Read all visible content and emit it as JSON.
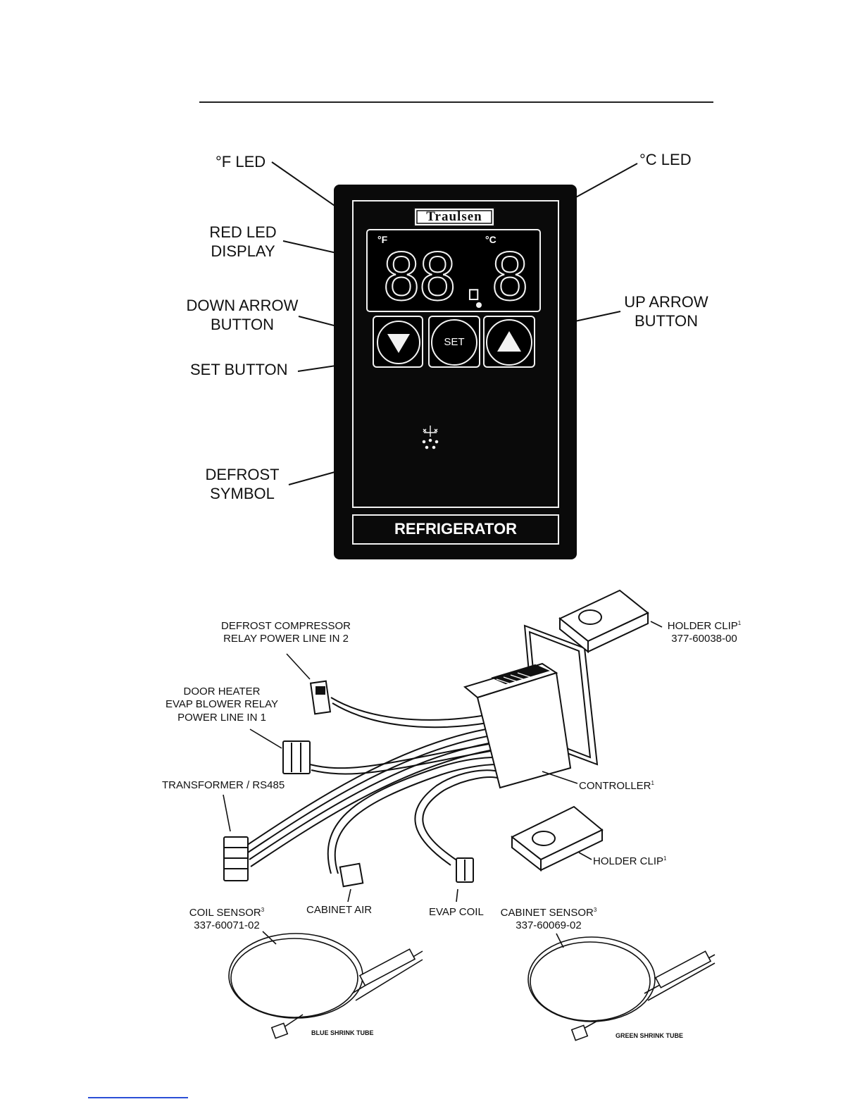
{
  "panel": {
    "brand": "Traulsen",
    "f_indicator": "°F",
    "c_indicator": "°C",
    "display_value": "88.8",
    "set_button_label": "SET",
    "footer_label": "REFRIGERATOR"
  },
  "callouts": {
    "f_led": "°F LED",
    "c_led": "°C LED",
    "red_led_display": [
      "RED LED",
      "DISPLAY"
    ],
    "down_arrow_button": [
      "DOWN ARROW",
      "BUTTON"
    ],
    "up_arrow_button": [
      "UP ARROW",
      "BUTTON"
    ],
    "set_button": "SET BUTTON",
    "defrost_symbol": [
      "DEFROST",
      "SYMBOL"
    ]
  },
  "parts": {
    "defrost_relay": [
      "DEFROST COMPRESSOR",
      "RELAY POWER LINE IN 2"
    ],
    "door_heater": [
      "DOOR HEATER",
      "EVAP BLOWER RELAY",
      "POWER LINE IN 1"
    ],
    "transformer": "TRANSFORMER / RS485",
    "holder_clip_top": [
      "HOLDER CLIP",
      "377-60038-00"
    ],
    "holder_clip_top_sup": "1",
    "controller": "CONTROLLER",
    "controller_sup": "1",
    "holder_clip_bottom": "HOLDER CLIP",
    "holder_clip_bottom_sup": "1",
    "cabinet_air": "CABINET AIR",
    "evap_coil": "EVAP COIL",
    "coil_sensor": [
      "COIL SENSOR",
      "337-60071-02"
    ],
    "coil_sensor_sup": "3",
    "cabinet_sensor": [
      "CABINET SENSOR",
      "337-60069-02"
    ],
    "cabinet_sensor_sup": "3",
    "blue_shrink_tube": "BLUE SHRINK TUBE",
    "green_shrink_tube": "GREEN SHRINK TUBE"
  }
}
